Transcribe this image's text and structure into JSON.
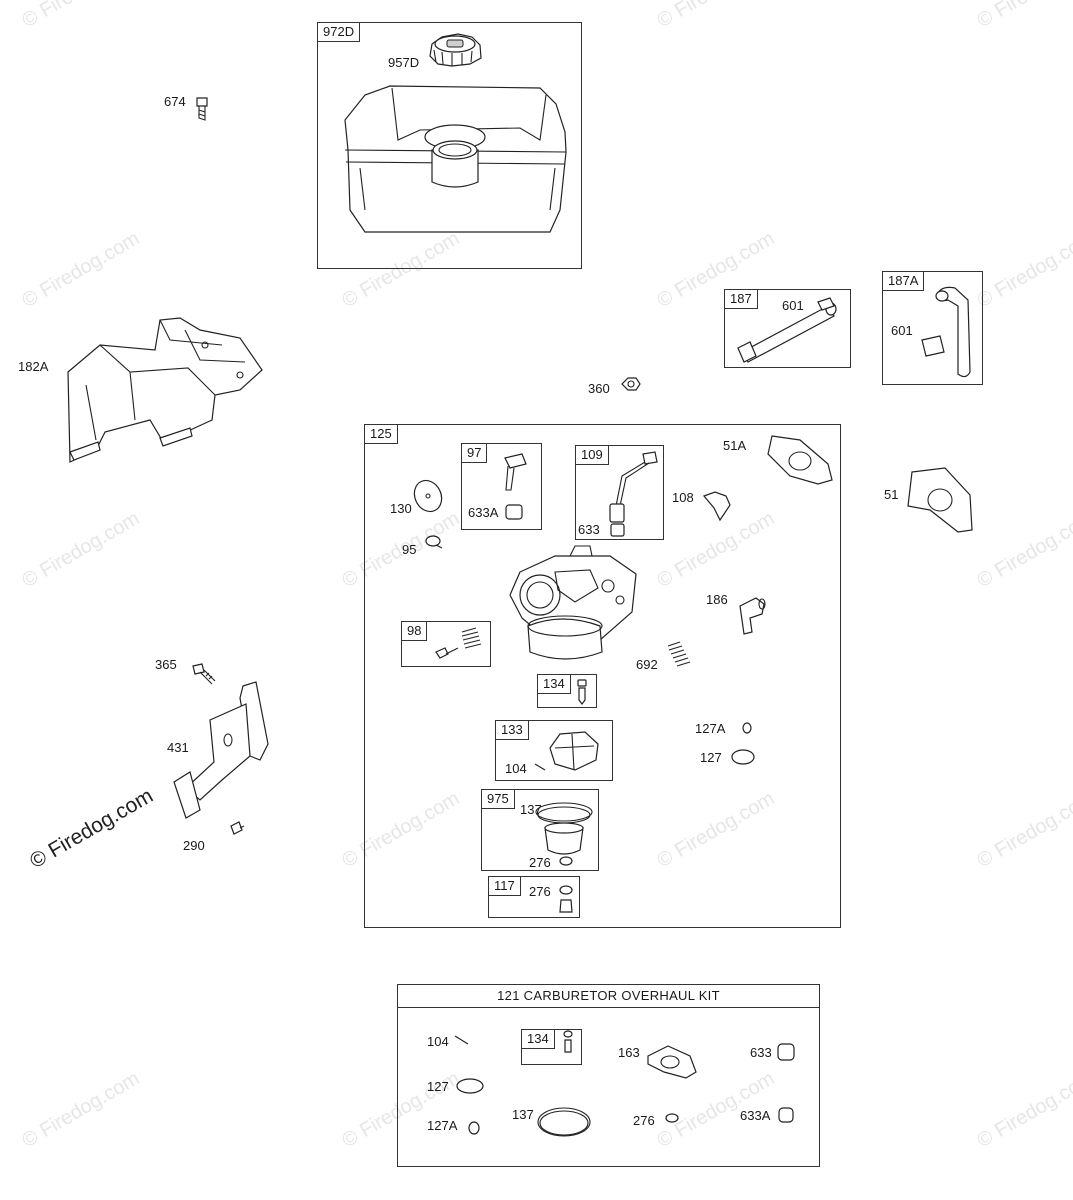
{
  "watermark": {
    "text": "© Firedog.com",
    "prominent_text": "© Firedog.com",
    "color": "#e6e6e6"
  },
  "boxes": {
    "fuel_tank": "972D",
    "fuel_line": "187",
    "fuel_line_alt": "187A",
    "carburetor": "125",
    "b97": "97",
    "b109": "109",
    "b98": "98",
    "b134": "134",
    "b133": "133",
    "b975": "975",
    "b117": "117",
    "kit_title": "121 CARBURETOR OVERHAUL KIT",
    "kit_134": "134"
  },
  "labels": {
    "l957D": "957D",
    "l674": "674",
    "l182A": "182A",
    "l601a": "601",
    "l601b": "601",
    "l360": "360",
    "l51A": "51A",
    "l51": "51",
    "l130": "130",
    "l633A": "633A",
    "l633": "633",
    "l108": "108",
    "l95": "95",
    "l186": "186",
    "l692": "692",
    "l365": "365",
    "l431": "431",
    "l290": "290",
    "l127A": "127A",
    "l127": "127",
    "l104": "104",
    "l137": "137",
    "l276a": "276",
    "l276b": "276"
  },
  "kit_labels": {
    "k104": "104",
    "k127": "127",
    "k127A": "127A",
    "k137": "137",
    "k163": "163",
    "k276": "276",
    "k633": "633",
    "k633A": "633A"
  }
}
